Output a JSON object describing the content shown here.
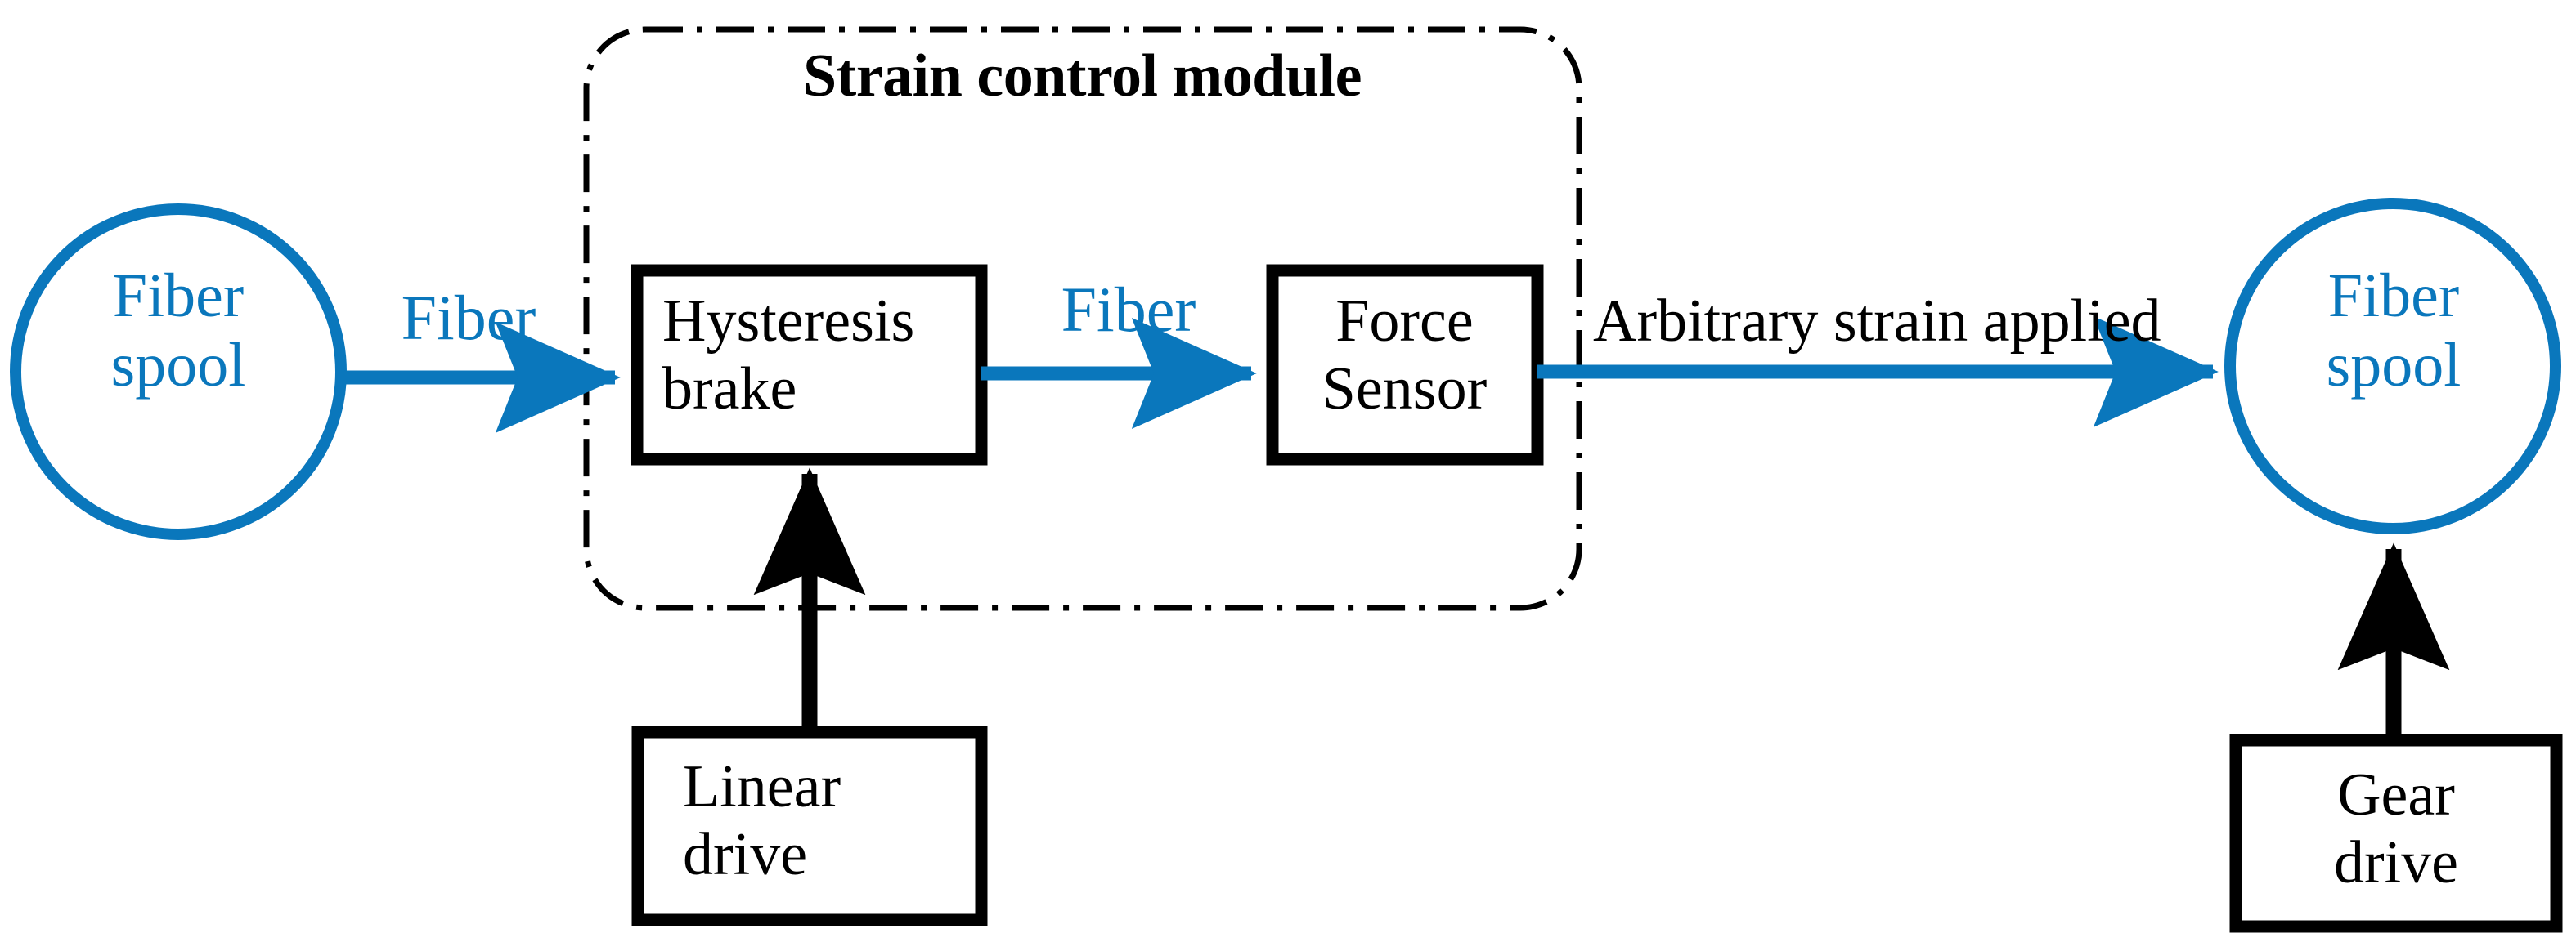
{
  "diagram": {
    "title": "Strain control module",
    "colors": {
      "accent_blue": "#0A77BC",
      "line_black": "#000000",
      "background": "#FFFFFF"
    },
    "nodes": {
      "spool_left": {
        "label": "Fiber\nspool",
        "shape": "circle",
        "color": "#0A77BC"
      },
      "spool_right": {
        "label": "Fiber\nspool",
        "shape": "circle",
        "color": "#0A77BC"
      },
      "hysteresis_brake": {
        "label": "Hysteresis\nbrake",
        "shape": "rectangle",
        "color": "#000000"
      },
      "force_sensor": {
        "label": "Force\nSensor",
        "shape": "rectangle",
        "color": "#000000"
      },
      "linear_drive": {
        "label": "Linear\ndrive",
        "shape": "rectangle",
        "color": "#000000"
      },
      "gear_drive": {
        "label": "Gear\ndrive",
        "shape": "rectangle",
        "color": "#000000"
      }
    },
    "edges": {
      "spool_to_brake": {
        "label": "Fiber",
        "color": "#0A77BC",
        "direction": "right"
      },
      "brake_to_sensor": {
        "label": "Fiber",
        "color": "#0A77BC",
        "direction": "right"
      },
      "sensor_to_spool": {
        "label": "Arbitrary strain applied",
        "color": "#0A77BC",
        "direction": "right"
      },
      "lineardrive_to_brake": {
        "label": "",
        "color": "#000000",
        "direction": "up"
      },
      "geardrive_to_spool": {
        "label": "",
        "color": "#000000",
        "direction": "up"
      }
    },
    "group": {
      "label": "Strain control module",
      "border_style": "dash-dot",
      "border_color": "#000000"
    }
  }
}
